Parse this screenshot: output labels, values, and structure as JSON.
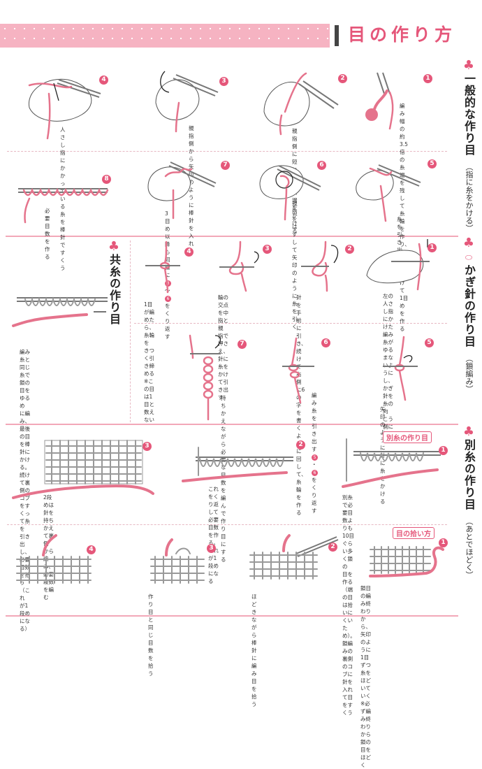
{
  "page_title": "目の作り方",
  "colors": {
    "accent": "#e5577a",
    "band": "#f6b3c2",
    "yarn": "#e5738c"
  },
  "sections": {
    "general": {
      "title": "一般的な作り目",
      "subtitle": "（指に糸をかける）"
    },
    "crochet": {
      "title": "かぎ針の作り目",
      "subtitle": "（鎖編み）"
    },
    "same": {
      "title": "共糸の作り目"
    },
    "separate": {
      "title": "別糸の作り目",
      "subtitle": "（あとでほどく）"
    }
  },
  "general_steps": [
    {
      "num": "1",
      "caption": "編み幅の約3.5倍の\n糸端を残して糸輪を\n作り、右針にかけて\n1目めを作る"
    },
    {
      "num": "2",
      "caption": "親指側に短い方の糸端を\nかける"
    },
    {
      "num": "3",
      "caption": "親指側から矢印のよう\nに棒針を入れる"
    },
    {
      "num": "4",
      "caption": "人さし指にかかってい\nる糸を棒針ですくう"
    },
    {
      "num": "5",
      "caption": "糸を引き出す"
    },
    {
      "num": "6",
      "caption": "親指をはずして\n矢印のように糸を引く"
    },
    {
      "num": "7",
      "caption_line1": "3目め以降も同様に",
      "caption_circle_a": "3",
      "caption_circle_b": "6",
      "caption_tail": "をくり返す"
    },
    {
      "num": "8",
      "caption": "必要目数を作る"
    }
  ],
  "crochet_steps": [
    {
      "num": "1",
      "caption": "左の人さし指にかけた\n編み糸がゆるまないよ\nうにし、かぎ針を糸の向\nこう側におく"
    },
    {
      "num": "2",
      "caption": "針を手前に引き、続け\nて右側に6の字を書くよ\nうに回して、糸輪を作る"
    },
    {
      "num": "3",
      "caption": "輪の交点を中指と親\n指で押さえ、針に糸を\nかけて引き出す"
    },
    {
      "num": "4",
      "caption": "1目が編めたら、糸輪を\nきつく引き締める\n※この目は1目と数えない"
    },
    {
      "num": "5",
      "caption": "矢印のように針に糸をかける"
    },
    {
      "num": "6",
      "caption_line1": "編み糸を引き出す",
      "caption_circle_a": "5",
      "caption_circle_b": "6",
      "caption_tail": "をくり返す"
    },
    {
      "num": "7",
      "caption": "持ちかえながら必要\nな目数を編んで作り\n目にする"
    }
  ],
  "same_yarn": {
    "caption": "編み糸と同じ糸で鎖の目をゆるめ\nに編み、最後の目を棒針にかける。\n続けて裏側のコブをすくって糸を\n引き出し、必要目数を拾う（これ\nが1段めになる）"
  },
  "separate_tag": "別糸の作り目",
  "separate_steps": [
    {
      "num": "1",
      "caption": "別糸で必要目数よりも10目ぐらい多く鎖の\n目を作る（端の目は拾いにくいため）。鎖編\nみの裏側のコブに針を入れて目をすくう"
    },
    {
      "num": "2",
      "caption": "これをくり返して必要目数を作\nる。これが1段めになる"
    },
    {
      "num": "3",
      "caption": "2段めは針を持ちかえて裏側\nから編み、必要段数を編む"
    }
  ],
  "pickup_tag": "目の拾い方",
  "pickup_steps": [
    {
      "num": "1",
      "caption": "鎖目の編み終わりから、矢印のように\n1目ずつ糸をほどいていく\n※必ず編み終わりから鎖の目をほどく"
    },
    {
      "num": "2",
      "caption": "ほどきながら棒針に編み目を拾う"
    },
    {
      "num": "3",
      "caption": "作り目と同じ目数を拾う"
    },
    {
      "num": "4",
      "caption": ""
    }
  ]
}
